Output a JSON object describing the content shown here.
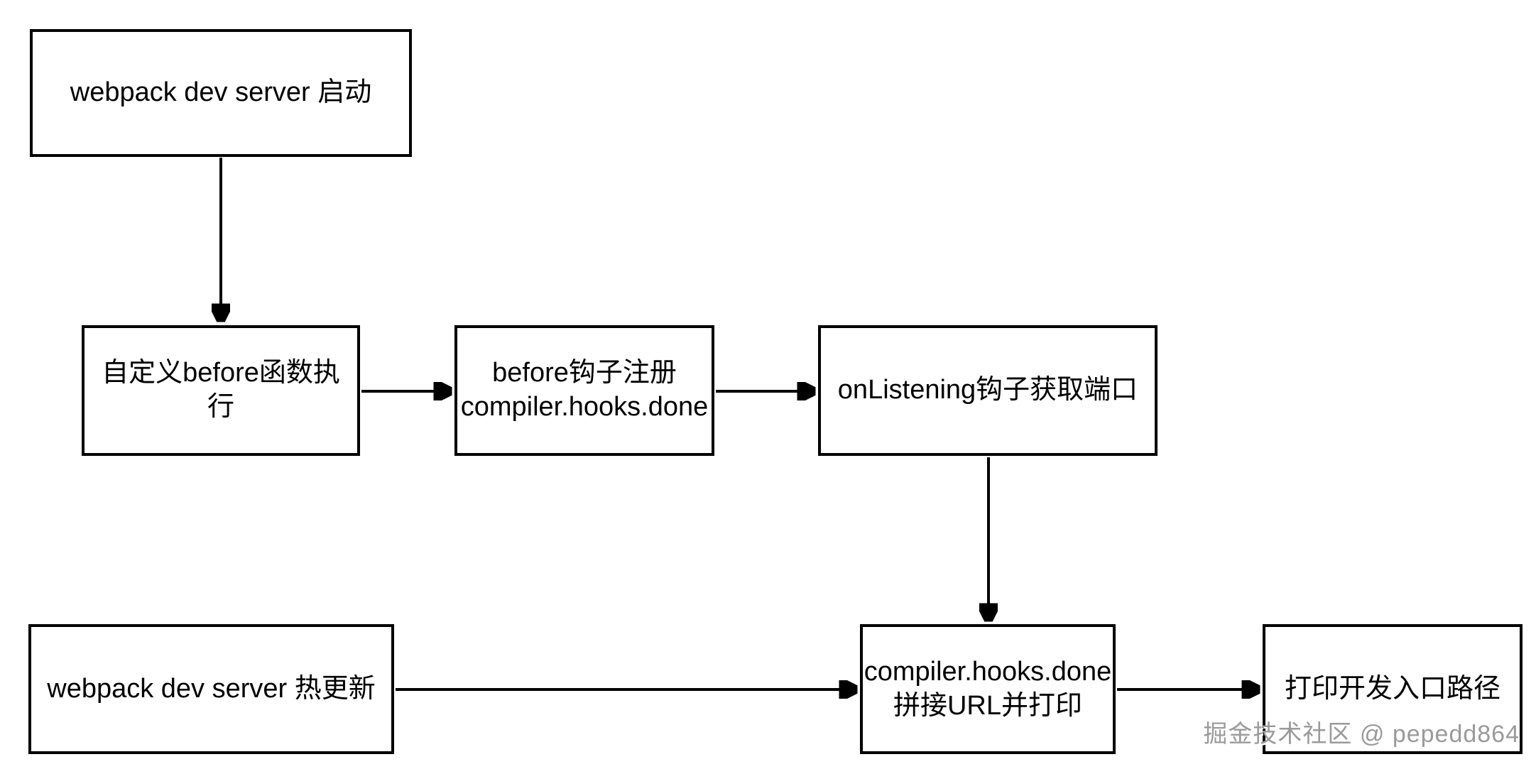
{
  "diagram": {
    "background_color": "#ffffff",
    "node_border_color": "#000000",
    "node_fill_color": "#ffffff",
    "text_color": "#000000",
    "arrow_color": "#000000",
    "nodes": [
      {
        "id": "start",
        "label": "webpack dev server 启动"
      },
      {
        "id": "custom-before-fn",
        "label": "自定义before函数执行"
      },
      {
        "id": "before-hook-register",
        "label": "before钩子注册\ncompiler.hooks.done"
      },
      {
        "id": "on-listening",
        "label": "onListening钩子获取端口"
      },
      {
        "id": "hmr",
        "label": "webpack dev server 热更新"
      },
      {
        "id": "hooks-done-print",
        "label": "compiler.hooks.done\n拼接URL并打印"
      },
      {
        "id": "print-entry-path",
        "label": "打印开发入口路径"
      }
    ],
    "edges": [
      {
        "from": "start",
        "to": "custom-before-fn"
      },
      {
        "from": "custom-before-fn",
        "to": "before-hook-register"
      },
      {
        "from": "before-hook-register",
        "to": "on-listening"
      },
      {
        "from": "on-listening",
        "to": "hooks-done-print"
      },
      {
        "from": "hmr",
        "to": "hooks-done-print"
      },
      {
        "from": "hooks-done-print",
        "to": "print-entry-path"
      }
    ],
    "watermark": {
      "text": "掘金技术社区 @ pepedd864",
      "color": "#9a9a9a"
    }
  }
}
